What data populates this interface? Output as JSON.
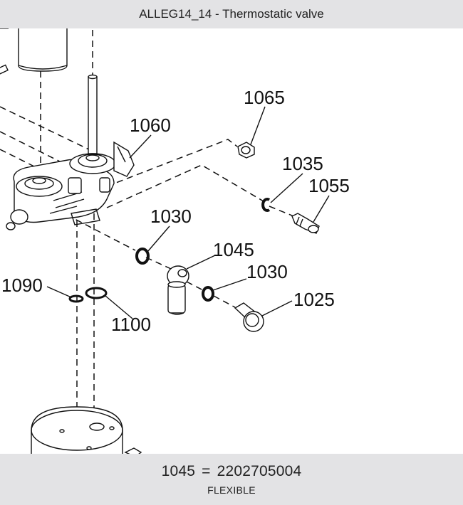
{
  "header": {
    "title": "ALLEG14_14 - Thermostatic valve"
  },
  "callouts": {
    "c1065": "1065",
    "c1060": "1060",
    "c1035": "1035",
    "c1055": "1055",
    "c1030a": "1030",
    "c1045": "1045",
    "c1030b": "1030",
    "c1090": "1090",
    "c1100": "1100",
    "c1025": "1025"
  },
  "footer": {
    "part_ref": "1045",
    "equals": "=",
    "part_number": "2202705004",
    "description": "FLEXIBLE"
  }
}
